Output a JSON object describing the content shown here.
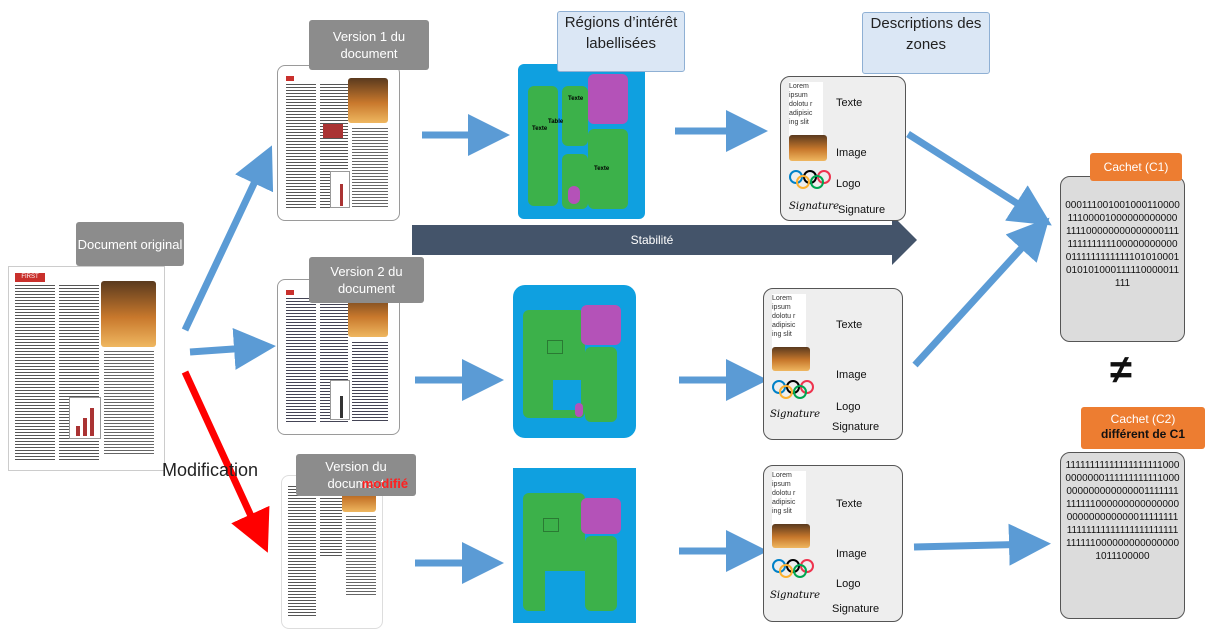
{
  "labels": {
    "original": "Document original",
    "v1": "Version 1 du document",
    "v2": "Version 2 du document",
    "vmod_prefix": "Version du document ",
    "vmod_highlight": "modifié",
    "regions": "Régions d’intérêt labellisées",
    "descriptions": "Descriptions des zones",
    "stability": "Stabilité",
    "modification": "Modification",
    "not_equal": "≠"
  },
  "doc_header": "FIRST",
  "segments": {
    "texte": "Texte",
    "table": "Table"
  },
  "descriptions": {
    "lorem": "Lorem ipsum dolotu r adipisic ing slit",
    "texte": "Texte",
    "image": "Image",
    "logo": "Logo",
    "signature": "Signature",
    "signature_script": "Signature"
  },
  "cachets": [
    {
      "title": "Cachet (C1)",
      "subtitle": "",
      "bits": "000111001001000110000111000010000000000001111000000000000001111111111111000000000000111111111111101010001010101000111110000011111"
    },
    {
      "title": "Cachet (C2)",
      "subtitle": "différent de C1",
      "bits": "111111111111111111110000000000111111111111000000000000000001111111111111000000000000000000000000000011111111111111111111111111111111111110000000000000001011100000"
    }
  ],
  "colors": {
    "arrow_blue": "#5b9bd5",
    "arrow_red": "#ff0000",
    "stability_bar": "#44546a",
    "label_gray": "#8c8c8c",
    "cachet_orange": "#ed7d31",
    "segment_bg": "#0fa0e0",
    "segment_green": "#3cb14a",
    "segment_purple": "#b452b8"
  }
}
